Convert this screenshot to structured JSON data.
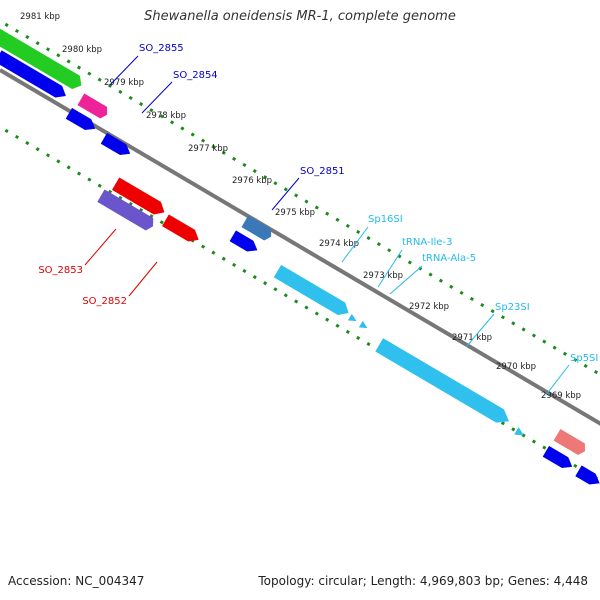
{
  "title": "Shewanella oneidensis MR-1, complete genome",
  "footer": {
    "accession": "Accession: NC_004347",
    "summary": "Topology: circular; Length: 4,969,803 bp; Genes: 4,448"
  },
  "scale_labels": [
    "2981 kbp",
    "2980 kbp",
    "2979 kbp",
    "2978 kbp",
    "2977 kbp",
    "2976 kbp",
    "2975 kbp",
    "2974 kbp",
    "2973 kbp",
    "2972 kbp",
    "2971 kbp",
    "2970 kbp",
    "2969 kbp"
  ],
  "colors": {
    "backbone": "#777777",
    "scale_dots": "#1a8a1a",
    "gene_blue": "#0000ee",
    "gene_red": "#ee0000",
    "gene_green": "#22cc22",
    "gene_magenta": "#ee2299",
    "gene_purple": "#6a55cc",
    "gene_steel": "#3a78b8",
    "gene_cyan": "#2fc0ee",
    "gene_salmon": "#ee7777",
    "label_blue": "#0000cc",
    "label_red": "#dd0000",
    "label_cyan": "#22bbee"
  },
  "gene_labels": [
    {
      "text": "SO_2855",
      "color": "label_blue"
    },
    {
      "text": "SO_2854",
      "color": "label_blue"
    },
    {
      "text": "SO_2851",
      "color": "label_blue"
    },
    {
      "text": "SO_2853",
      "color": "label_red"
    },
    {
      "text": "SO_2852",
      "color": "label_red"
    },
    {
      "text": "Sp16SI",
      "color": "label_cyan"
    },
    {
      "text": "tRNA-Ile-3",
      "color": "label_cyan"
    },
    {
      "text": "tRNA-Ala-5",
      "color": "label_cyan"
    },
    {
      "text": "Sp23SI",
      "color": "label_cyan"
    },
    {
      "text": "Sp5SI",
      "color": "label_cyan"
    }
  ]
}
